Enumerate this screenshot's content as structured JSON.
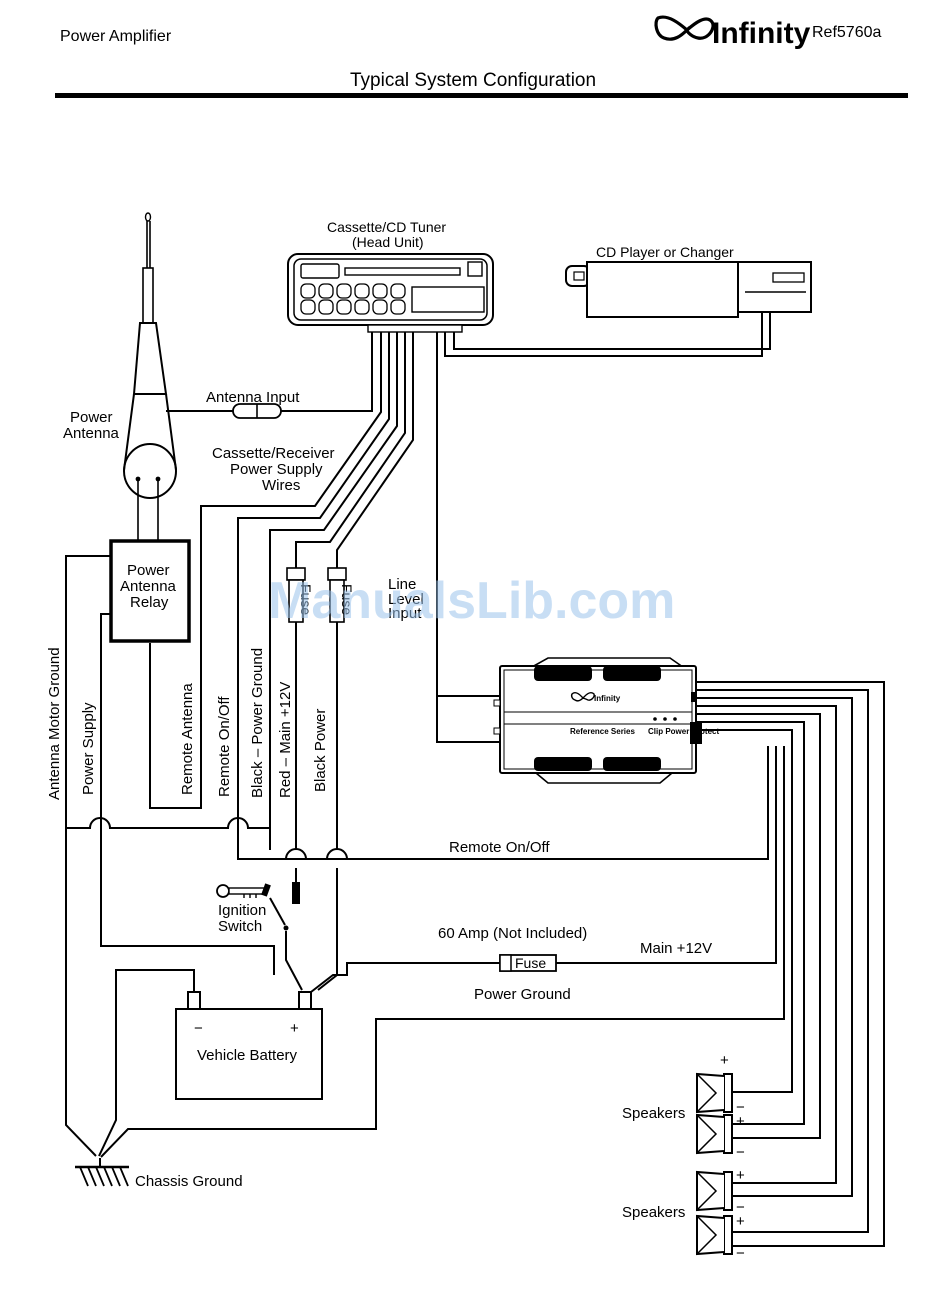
{
  "header": {
    "left_title": "Power  Amplifier",
    "brand": "Infinity",
    "model": "Ref5760a",
    "page_title": "Typical System Configuration"
  },
  "components": {
    "head_unit_line1": "Cassette/CD Tuner",
    "head_unit_line2": "(Head Unit)",
    "cd_player": "CD Player or Changer",
    "antenna_input": "Antenna Input",
    "power_antenna_line1": "Power",
    "power_antenna_line2": "Antenna",
    "supply_wires_line1": "Cassette/Receiver",
    "supply_wires_line2": "Power Supply",
    "supply_wires_line3": "Wires",
    "relay_line1": "Power",
    "relay_line2": "Antenna",
    "relay_line3": "Relay",
    "line_level_line1": "Line",
    "line_level_line2": "Level",
    "line_level_line3": "Input",
    "fuse_small": "Fuse",
    "amp_brand": "Infinity",
    "amp_series": "Reference Series",
    "amp_leds": "Clip    Power   Protect",
    "ignition_line1": "Ignition",
    "ignition_line2": "Switch",
    "battery": "Vehicle Battery",
    "battery_neg": "−",
    "battery_pos": "+",
    "chassis_ground": "Chassis Ground",
    "speakers_1": "Speakers",
    "speakers_2": "Speakers",
    "spk_plus": "+",
    "spk_minus": "−"
  },
  "wire_labels": {
    "antenna_motor_ground": "Antenna Motor Ground",
    "power_supply": "Power Supply",
    "remote_antenna": "Remote Antenna",
    "remote_on_off_vertical": "Remote On/Off",
    "black_power_ground": "Black – Power Ground",
    "red_main": "Red – Main +12V",
    "black_power": "Black Power",
    "remote_on_off_horizontal": "Remote On/Off",
    "fuse_note": "60 Amp (Not Included)",
    "main_12v": "Main +12V",
    "fuse_label": "Fuse",
    "power_ground": "Power Ground"
  },
  "watermark": "ManualsLib.com"
}
